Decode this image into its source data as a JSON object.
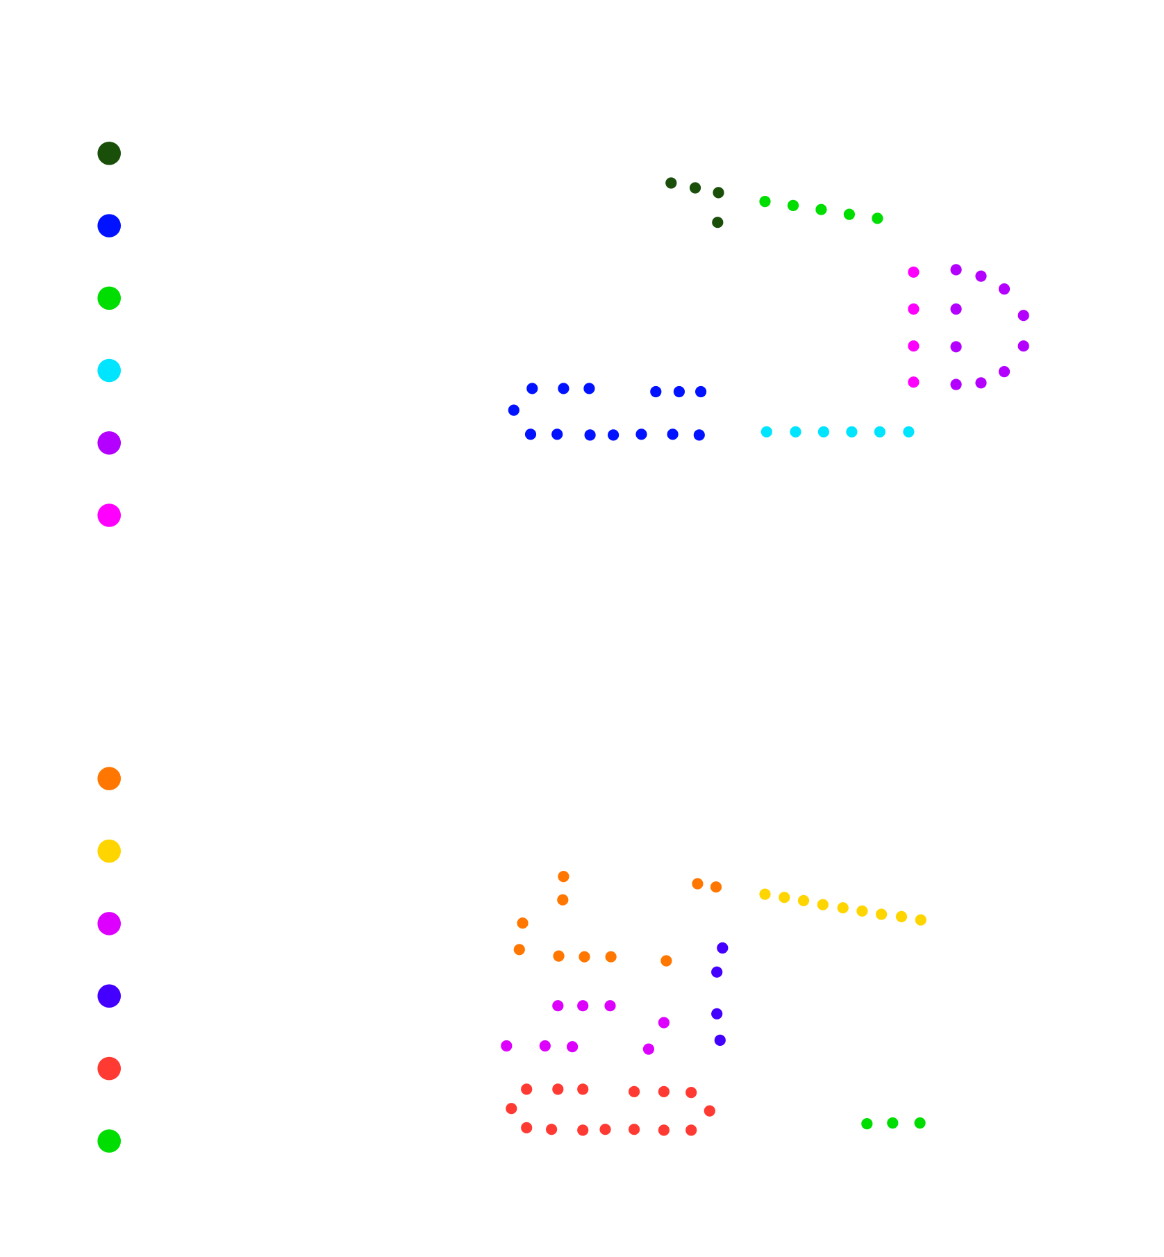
{
  "title": "",
  "chart_data": [
    {
      "type": "scatter",
      "title": "",
      "xlabel": "",
      "ylabel": "",
      "grid": false,
      "axes_visible": false,
      "legend_position": "left",
      "series": [
        {
          "color": "#1a4f0a",
          "points": [
            [
              836,
              228
            ],
            [
              866,
              234
            ],
            [
              895,
              240
            ],
            [
              894,
              277
            ]
          ]
        },
        {
          "color": "#0012ff",
          "points": [
            [
              663,
              484
            ],
            [
              702,
              484
            ],
            [
              734,
              484
            ],
            [
              817,
              488
            ],
            [
              846,
              488
            ],
            [
              873,
              488
            ],
            [
              640,
              511
            ],
            [
              661,
              541
            ],
            [
              694,
              541
            ],
            [
              735,
              542
            ],
            [
              764,
              542
            ],
            [
              799,
              541
            ],
            [
              838,
              541
            ],
            [
              871,
              542
            ]
          ]
        },
        {
          "color": "#00dd00",
          "points": [
            [
              953,
              251
            ],
            [
              988,
              256
            ],
            [
              1023,
              261
            ],
            [
              1058,
              267
            ],
            [
              1093,
              272
            ]
          ]
        },
        {
          "color": "#00e5ff",
          "points": [
            [
              955,
              538
            ],
            [
              991,
              538
            ],
            [
              1026,
              538
            ],
            [
              1061,
              538
            ],
            [
              1096,
              538
            ],
            [
              1132,
              538
            ]
          ]
        },
        {
          "color": "#b300ff",
          "points": [
            [
              1191,
              336
            ],
            [
              1222,
              344
            ],
            [
              1251,
              360
            ],
            [
              1275,
              393
            ],
            [
              1191,
              385
            ],
            [
              1275,
              431
            ],
            [
              1191,
              432
            ],
            [
              1251,
              463
            ],
            [
              1222,
              477
            ],
            [
              1191,
              479
            ]
          ]
        },
        {
          "color": "#ff00ff",
          "points": [
            [
              1138,
              339
            ],
            [
              1138,
              385
            ],
            [
              1138,
              431
            ],
            [
              1138,
              476
            ]
          ]
        }
      ]
    },
    {
      "type": "scatter",
      "title": "",
      "xlabel": "",
      "ylabel": "",
      "grid": false,
      "axes_visible": false,
      "legend_position": "left",
      "series": [
        {
          "color": "#ff7700",
          "points": [
            [
              702,
              1092
            ],
            [
              701,
              1121
            ],
            [
              651,
              1150
            ],
            [
              647,
              1183
            ],
            [
              696,
              1191
            ],
            [
              728,
              1192
            ],
            [
              761,
              1192
            ],
            [
              830,
              1197
            ],
            [
              869,
              1101
            ],
            [
              892,
              1105
            ]
          ]
        },
        {
          "color": "#ffd500",
          "points": [
            [
              953,
              1114
            ],
            [
              977,
              1118
            ],
            [
              1001,
              1122
            ],
            [
              1025,
              1127
            ],
            [
              1050,
              1131
            ],
            [
              1074,
              1135
            ],
            [
              1098,
              1139
            ],
            [
              1123,
              1142
            ],
            [
              1147,
              1146
            ]
          ]
        },
        {
          "color": "#dd00ff",
          "points": [
            [
              695,
              1253
            ],
            [
              726,
              1253
            ],
            [
              760,
              1253
            ],
            [
              827,
              1274
            ],
            [
              631,
              1303
            ],
            [
              679,
              1303
            ],
            [
              713,
              1304
            ],
            [
              808,
              1307
            ]
          ]
        },
        {
          "color": "#4400ff",
          "points": [
            [
              900,
              1181
            ],
            [
              893,
              1211
            ],
            [
              893,
              1263
            ],
            [
              897,
              1296
            ]
          ]
        },
        {
          "color": "#ff3a33",
          "points": [
            [
              656,
              1357
            ],
            [
              695,
              1357
            ],
            [
              726,
              1357
            ],
            [
              790,
              1360
            ],
            [
              827,
              1360
            ],
            [
              861,
              1361
            ],
            [
              884,
              1384
            ],
            [
              637,
              1381
            ],
            [
              656,
              1405
            ],
            [
              687,
              1407
            ],
            [
              726,
              1408
            ],
            [
              754,
              1407
            ],
            [
              790,
              1407
            ],
            [
              827,
              1408
            ],
            [
              861,
              1408
            ]
          ]
        },
        {
          "color": "#00dd00",
          "points": [
            [
              1080,
              1400
            ],
            [
              1112,
              1399
            ],
            [
              1146,
              1399
            ]
          ]
        }
      ]
    }
  ]
}
